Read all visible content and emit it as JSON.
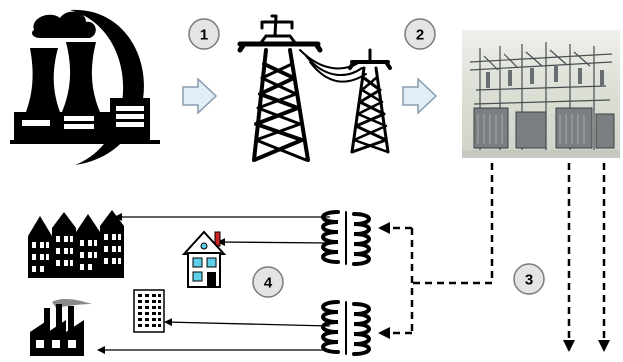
{
  "steps": [
    {
      "label": "1"
    },
    {
      "label": "2"
    },
    {
      "label": "3"
    },
    {
      "label": "4"
    }
  ],
  "icons": {
    "power_plant": "power-plant-icon",
    "transmission_towers": "transmission-tower-icon",
    "substation": "substation-photo",
    "transformers": "transformer-icon",
    "row_houses": "row-houses-icon",
    "house": "house-icon",
    "apartment": "apartment-building-icon",
    "factory": "factory-icon"
  },
  "colors": {
    "badge_fill": "#e4e4e4",
    "badge_stroke": "#7a7a7a",
    "arrow_fill": "#e3edf6",
    "arrow_stroke": "#8a9cb0",
    "house_window": "#5bd0e8",
    "chimney_red": "#d02020",
    "substation_bg": "#dfe3d8"
  }
}
